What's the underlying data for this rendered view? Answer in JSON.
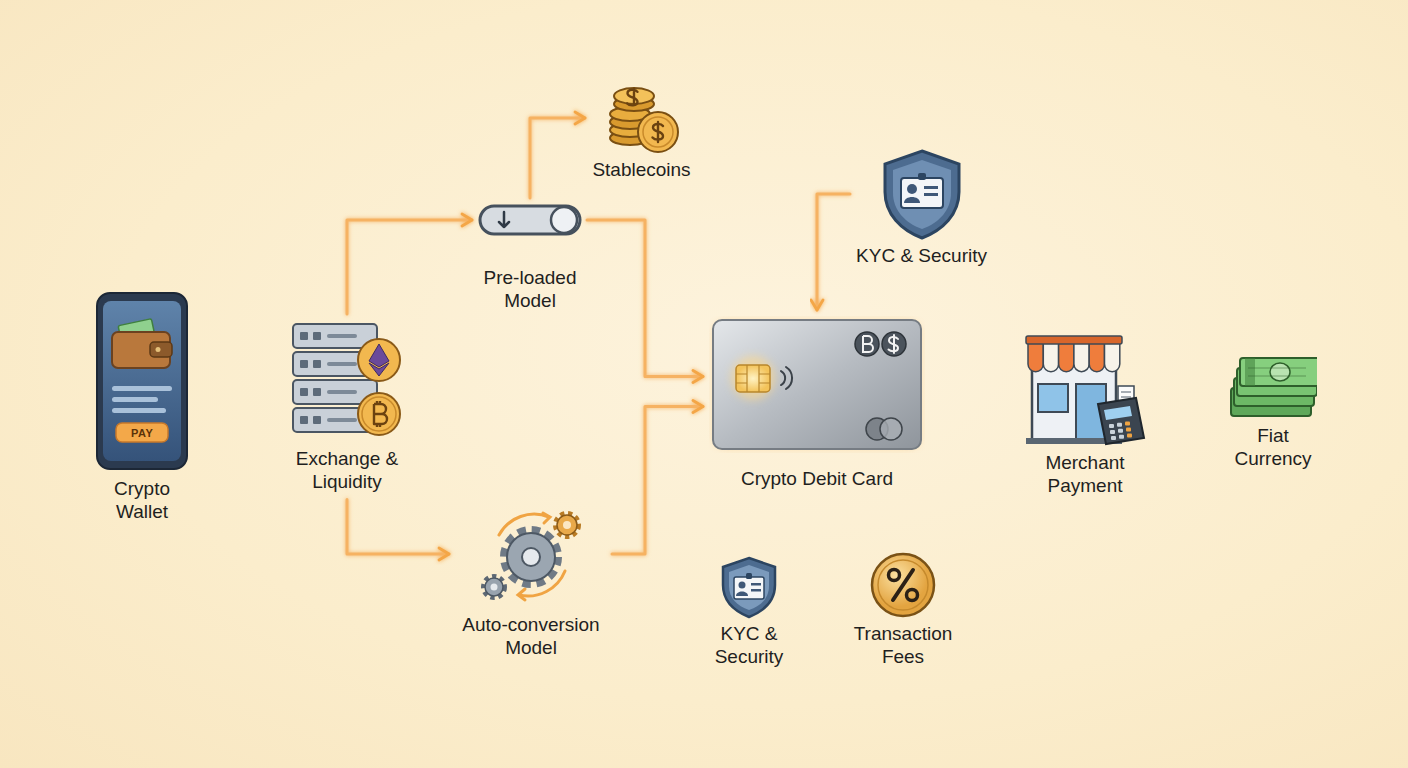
{
  "diagram": {
    "nodes": [
      {
        "text": [
          "Crypto Wallet"
        ]
      },
      {
        "text": [
          "Exchange & Liquidity"
        ]
      },
      {
        "text": [
          "Stablecoins"
        ]
      },
      {
        "text": [
          "Pre-loaded Model"
        ]
      },
      {
        "text": [
          "Auto-conversion Model"
        ]
      },
      {
        "text": [
          "KYC & Security"
        ]
      },
      {
        "text": [
          "Crypto Debit Card"
        ]
      },
      {
        "text": [
          "KYC & Security"
        ]
      },
      {
        "text": [
          "Transaction Fees"
        ]
      },
      {
        "text": [
          "Merchant Payment"
        ]
      },
      {
        "text": [
          "Fiat Currency"
        ]
      }
    ],
    "edges": [
      {
        "from": 0,
        "to": 1,
        "arrow": "to"
      },
      {
        "from": 1,
        "to": 3,
        "arrow": "to"
      },
      {
        "from": 1,
        "to": 4,
        "arrow": "to"
      },
      {
        "from": 3,
        "to": 2,
        "arrow": "to"
      },
      {
        "from": 3,
        "to": 6,
        "arrow": "to"
      },
      {
        "from": 4,
        "to": 6,
        "arrow": "to"
      },
      {
        "from": 5,
        "to": 6,
        "arrow": "to"
      },
      {
        "from": 6,
        "to": 7,
        "arrow": "to"
      },
      {
        "from": 6,
        "to": 8,
        "arrow": "to"
      },
      {
        "from": 6,
        "to": 9,
        "arrow": "to"
      },
      {
        "from": 9,
        "to": 10,
        "arrow": "to"
      }
    ],
    "labels": [
      "PAY"
    ]
  }
}
